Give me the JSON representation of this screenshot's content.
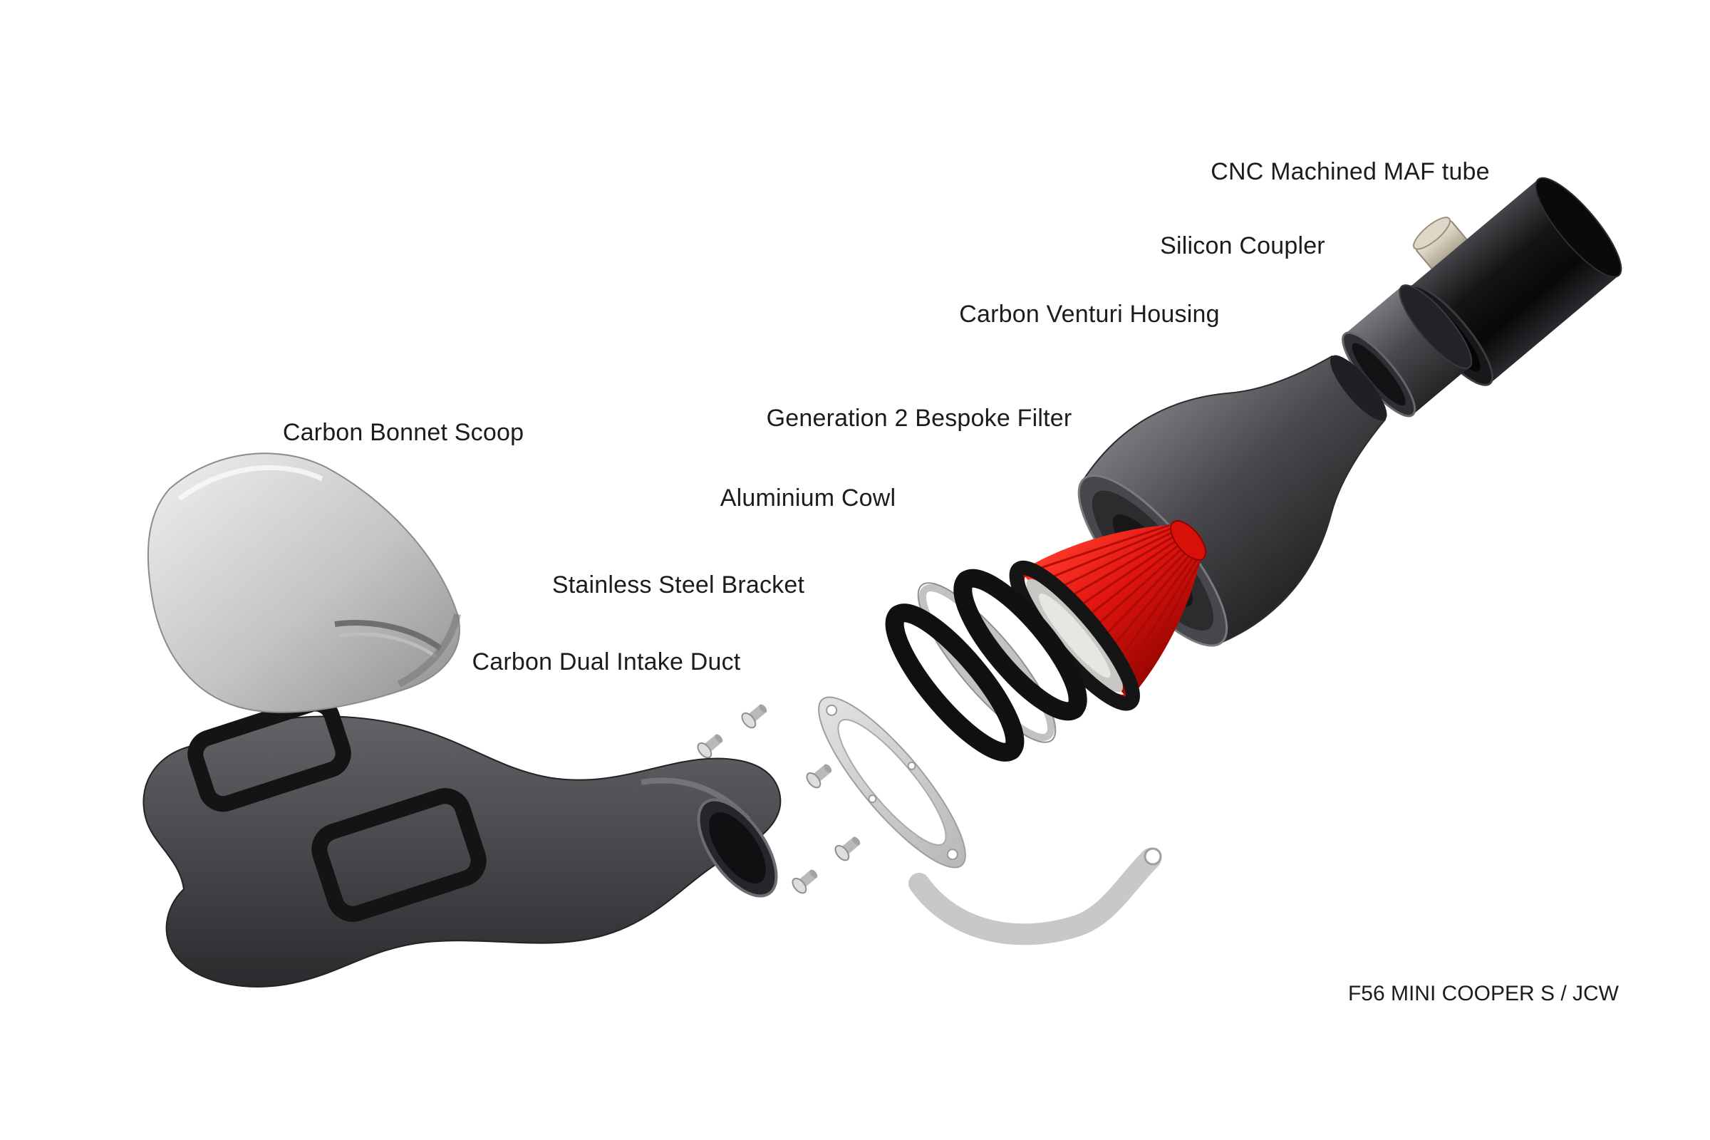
{
  "diagram": {
    "caption": "F56 MINI COOPER S / JCW",
    "labels": [
      {
        "id": "maf-tube",
        "text": "CNC Machined MAF tube"
      },
      {
        "id": "silicon-coupler",
        "text": "Silicon Coupler"
      },
      {
        "id": "venturi-housing",
        "text": "Carbon Venturi Housing"
      },
      {
        "id": "bespoke-filter",
        "text": "Generation 2 Bespoke Filter"
      },
      {
        "id": "bonnet-scoop",
        "text": "Carbon Bonnet Scoop"
      },
      {
        "id": "aluminium-cowl",
        "text": "Aluminium Cowl"
      },
      {
        "id": "steel-bracket",
        "text": "Stainless Steel Bracket"
      },
      {
        "id": "intake-duct",
        "text": "Carbon Dual Intake Duct"
      }
    ],
    "colors": {
      "background": "#ffffff",
      "label_text": "#1c1c1c",
      "filter_red": "#e01410",
      "carbon_dark": "#4a4a4e",
      "gasket_black": "#141414",
      "silver": "#cfcfcf"
    }
  }
}
